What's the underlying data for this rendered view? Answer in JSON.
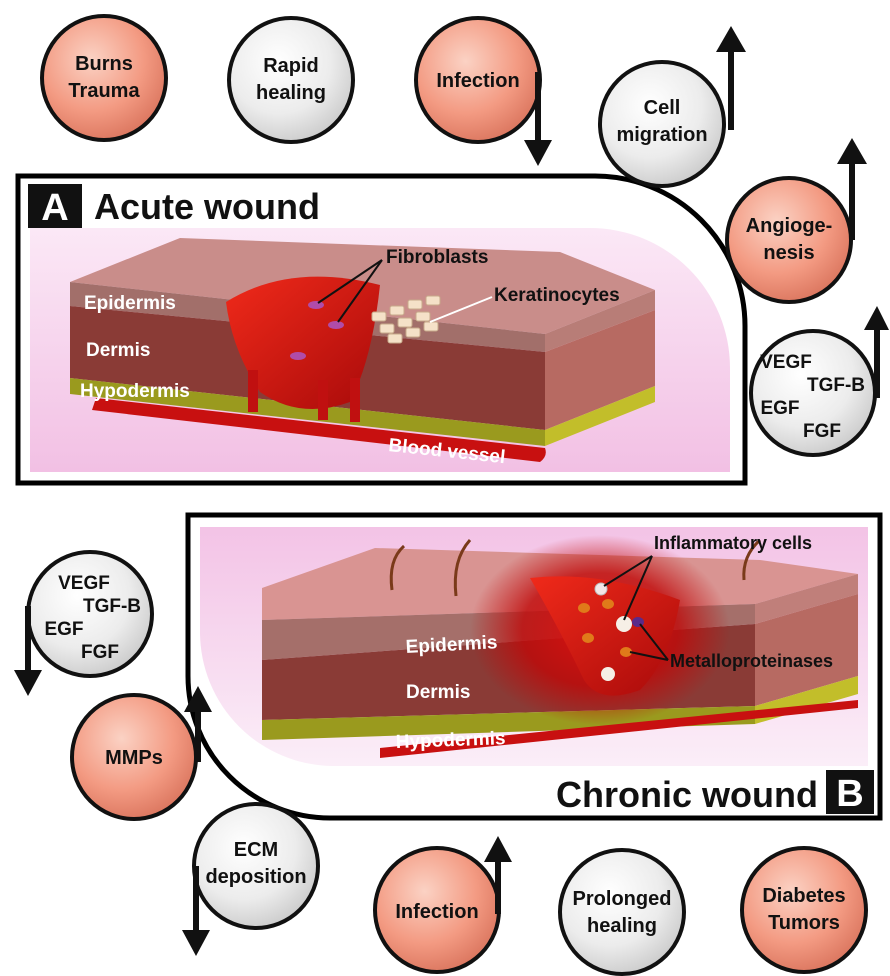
{
  "colors": {
    "risk_circle": "#f0a08a",
    "neutral_circle": "#e6e6e6",
    "acute_bg": "#f3c9e8",
    "chronic_bg": "#f3c9e8",
    "wound_red": "#cc1010",
    "epidermis": "#a97c74",
    "dermis": "#8a3e38",
    "hypodermis": "#a9a52a"
  },
  "panel_a": {
    "letter": "A",
    "title": "Acute wound",
    "labels": {
      "fibroblasts": "Fibroblasts",
      "keratinocytes": "Keratinocytes",
      "epidermis": "Epidermis",
      "dermis": "Dermis",
      "hypodermis": "Hypodermis",
      "blood_vessel": "Blood vessel"
    }
  },
  "panel_b": {
    "letter": "B",
    "title": "Chronic wound",
    "labels": {
      "inflammatory": "Inflammatory cells",
      "mmp": "Metalloproteinases",
      "epidermis": "Epidermis",
      "dermis": "Dermis",
      "hypodermis": "Hypodermis"
    }
  },
  "circles": {
    "burns": {
      "line1": "Burns",
      "line2": "Trauma",
      "icon": "risk-factor-circle"
    },
    "rapid": {
      "line1": "Rapid",
      "line2": "healing",
      "icon": "outcome-circle"
    },
    "infection_a": {
      "line1": "Infection",
      "arrow": "down"
    },
    "cell_migration": {
      "line1": "Cell",
      "line2": "migration",
      "arrow": "up"
    },
    "angiogenesis": {
      "line1": "Angioge-",
      "line2": "nesis",
      "arrow": "up"
    },
    "gf_a": {
      "l1": "VEGF",
      "l2": "TGF-B",
      "l3": "EGF",
      "l4": "FGF",
      "arrow": "up"
    },
    "gf_b": {
      "l1": "VEGF",
      "l2": "TGF-B",
      "l3": "EGF",
      "l4": "FGF",
      "arrow": "down"
    },
    "mmps": {
      "line1": "MMPs",
      "arrow": "up"
    },
    "ecm": {
      "line1": "ECM",
      "line2": "deposition",
      "arrow": "down"
    },
    "infection_b": {
      "line1": "Infection",
      "arrow": "up"
    },
    "prolonged": {
      "line1": "Prolonged",
      "line2": "healing"
    },
    "diabetes": {
      "line1": "Diabetes",
      "line2": "Tumors"
    }
  }
}
